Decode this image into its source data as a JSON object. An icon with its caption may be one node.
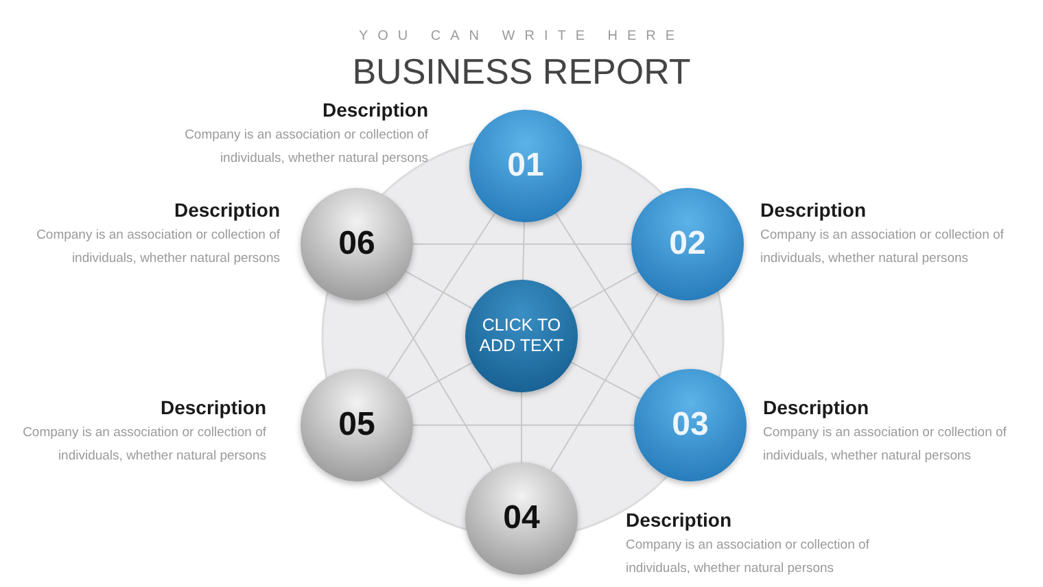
{
  "diagram": {
    "title": "BUSINESS REPORT",
    "nodes": [
      {
        "text": [
          "CLICK TO ADD TEXT"
        ]
      },
      {
        "text": [
          "01"
        ],
        "beside": [
          "Description",
          "Company is an association or collection of individuals, whether natural persons"
        ]
      },
      {
        "text": [
          "02"
        ],
        "beside": [
          "Description",
          "Company is an association or collection of individuals, whether natural persons"
        ]
      },
      {
        "text": [
          "03"
        ],
        "beside": [
          "Description",
          "Company is an association or collection of individuals, whether natural persons"
        ]
      },
      {
        "text": [
          "04"
        ],
        "beside": [
          "Description",
          "Company is an association or collection of individuals, whether natural persons"
        ]
      },
      {
        "text": [
          "05"
        ],
        "beside": [
          "Description",
          "Company is an association or collection of individuals, whether natural persons"
        ]
      },
      {
        "text": [
          "06"
        ],
        "beside": [
          "Description",
          "Company is an association or collection of individuals, whether natural persons"
        ]
      }
    ],
    "edges": [
      {
        "from": 1,
        "to": 3,
        "arrow": "none"
      },
      {
        "from": 3,
        "to": 5,
        "arrow": "none"
      },
      {
        "from": 5,
        "to": 1,
        "arrow": "none"
      },
      {
        "from": 2,
        "to": 4,
        "arrow": "none"
      },
      {
        "from": 4,
        "to": 6,
        "arrow": "none"
      },
      {
        "from": 6,
        "to": 2,
        "arrow": "none"
      },
      {
        "from": 0,
        "to": 1,
        "arrow": "none"
      },
      {
        "from": 0,
        "to": 2,
        "arrow": "none"
      },
      {
        "from": 0,
        "to": 3,
        "arrow": "none"
      },
      {
        "from": 0,
        "to": 4,
        "arrow": "none"
      },
      {
        "from": 0,
        "to": 5,
        "arrow": "none"
      },
      {
        "from": 0,
        "to": 6,
        "arrow": "none"
      }
    ],
    "labels": [
      "YOU CAN WRITE HERE"
    ]
  }
}
